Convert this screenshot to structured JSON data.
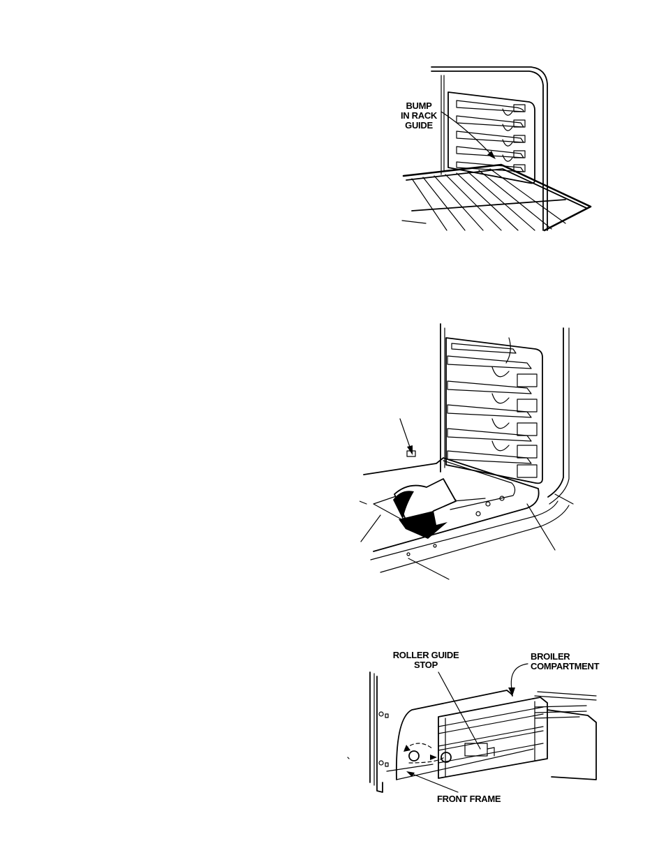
{
  "figure1": {
    "label_line1": "BUMP",
    "label_line2": "IN RACK",
    "label_line3": "GUIDE"
  },
  "figure3": {
    "label_roller_line1": "ROLLER GUIDE",
    "label_roller_line2": "STOP",
    "label_broiler_line1": "BROILER",
    "label_broiler_line2": "COMPARTMENT",
    "label_front_frame": "FRONT FRAME"
  }
}
